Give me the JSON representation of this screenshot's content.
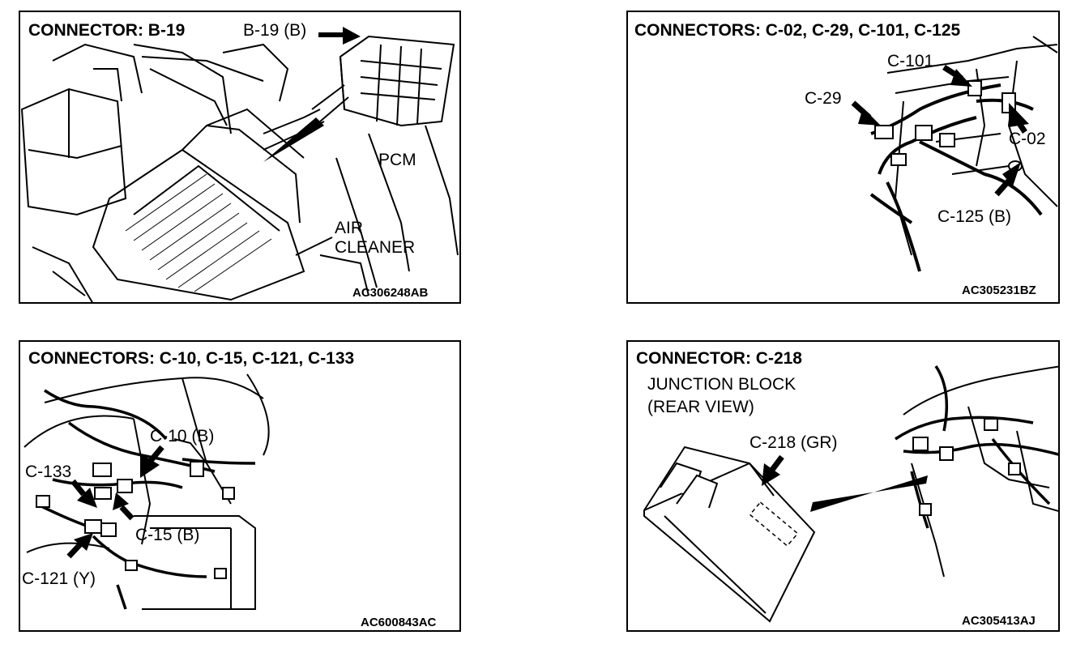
{
  "panels": [
    {
      "title": "CONNECTOR: B-19",
      "labels": {
        "connector": "B-19 (B)",
        "pcm": "PCM",
        "air": "AIR",
        "cleaner": "CLEANER"
      },
      "code": "AC306248AB"
    },
    {
      "title": "CONNECTORS: C-02, C-29, C-101, C-125",
      "labels": {
        "c101": "C-101",
        "c29": "C-29",
        "c02": "C-02",
        "c125": "C-125 (B)"
      },
      "code": "AC305231BZ"
    },
    {
      "title": "CONNECTORS: C-10, C-15, C-121, C-133",
      "labels": {
        "c10": "C-10 (B)",
        "c133": "C-133",
        "c15": "C-15 (B)",
        "c121": "C-121 (Y)"
      },
      "code": "AC600843AC"
    },
    {
      "title": "CONNECTOR: C-218",
      "labels": {
        "jb1": "JUNCTION BLOCK",
        "jb2": "(REAR VIEW)",
        "c218": "C-218 (GR)"
      },
      "code": "AC305413AJ"
    }
  ]
}
